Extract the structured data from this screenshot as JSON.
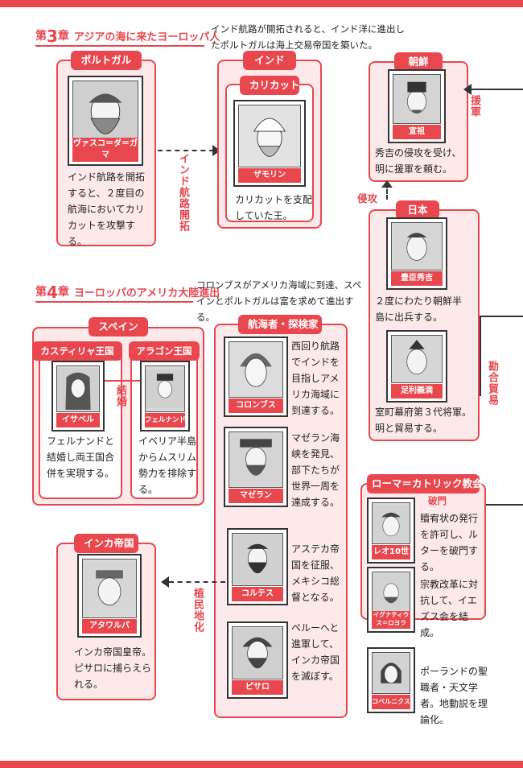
{
  "chapter3": {
    "num_prefix": "第",
    "num": "3",
    "num_suffix": "章",
    "title": "アジアの海に来たヨーロッパ人",
    "intro": "インド航路が開拓されると、インド洋に進出したポルトガルは海上交易帝国を築いた。",
    "portugal": {
      "label": "ポルトガル",
      "name": "ヴァスコ＝ダ＝ガマ",
      "desc": "インド航路を開拓すると、２度目の航海においてカリカットを攻撃する。"
    },
    "route_label": "インド航路開拓",
    "india": {
      "label": "インド",
      "sublabel": "カリカット",
      "name": "ザモリン",
      "desc": "カリカットを支配していた王。"
    }
  },
  "korea": {
    "label": "朝鮮",
    "name": "宣祖",
    "desc": "秀吉の侵攻を受け、明に援軍を頼む。",
    "support_label": "援軍"
  },
  "japan": {
    "invasion_label": "侵攻",
    "label": "日本",
    "hideyoshi_name": "豊臣秀吉",
    "hideyoshi_desc": "２度にわたり朝鮮半島に出兵する。",
    "yoshimitsu_name": "足利義満",
    "yoshimitsu_desc": "室町幕府第３代将軍。明と貿易する。",
    "trade_label": "勘合貿易"
  },
  "chapter4": {
    "num_prefix": "第",
    "num": "4",
    "num_suffix": "章",
    "title": "ヨーロッパのアメリカ大陸進出",
    "intro": "コロンブスがアメリカ海域に到達、スペインとポルトガルは富を求めて進出する。",
    "spain": {
      "label": "スペイン",
      "castile_label": "カスティリャ王国",
      "aragon_label": "アラゴン王国",
      "isabel_name": "イサベル",
      "ferdinand_name": "フェルナンド",
      "marriage_label": "結婚",
      "isabel_desc": "フェルナンドと結婚し両王国合併を実現する。",
      "ferdinand_desc": "イベリア半島からムスリム勢力を排除する。"
    },
    "explorers": {
      "label": "航海者・探検家",
      "columbus_name": "コロンブス",
      "columbus_desc": "西回り航路でインドを目指しアメリカ海域に到達する。",
      "magellan_name": "マゼラン",
      "magellan_desc": "マゼラン海峡を発見、部下たちが世界一周を達成する。",
      "cortes_name": "コルテス",
      "cortes_desc": "アステカ帝国を征服、メキシコ総督となる。",
      "pizarro_name": "ピサロ",
      "pizarro_desc": "ペルーへと進軍して、インカ帝国を滅ぼす。"
    },
    "colony_label": "植民地化",
    "inca": {
      "label": "インカ帝国",
      "name": "アタワルパ",
      "desc": "インカ帝国皇帝。ピサロに捕らえられる。"
    }
  },
  "church": {
    "label": "ローマ＝カトリック教会",
    "excommunication_label": "破門",
    "leo_name": "レオ10世",
    "leo_desc": "贖宥状の発行を許可し、ルターを破門する。",
    "loyola_name": "イグナティウス＝ロヨラ",
    "loyola_desc": "宗教改革に対抗して、イエズス会を結成。",
    "copernicus_name": "コペルニクス",
    "copernicus_desc": "ポーランドの聖職者・天文学者。地動説を理論化。"
  }
}
